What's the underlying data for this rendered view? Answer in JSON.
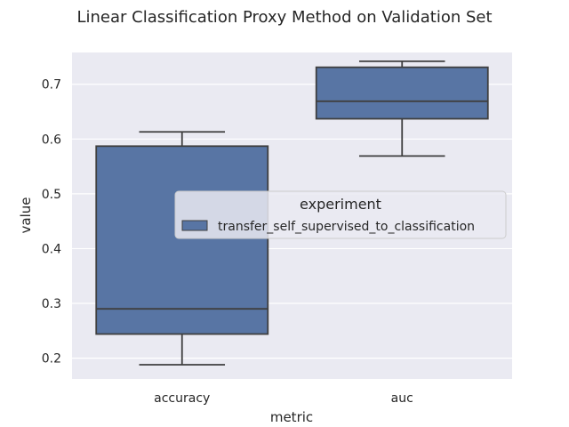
{
  "chart_data": {
    "type": "box",
    "title": "Linear Classification Proxy Method on Validation Set",
    "xlabel": "metric",
    "ylabel": "value",
    "categories": [
      "accuracy",
      "auc"
    ],
    "ylim": [
      0.162,
      0.758
    ],
    "yticks": [
      0.2,
      0.3,
      0.4,
      0.5,
      0.6,
      0.7
    ],
    "grid": true,
    "legend": {
      "title": "experiment",
      "placement": "center-right",
      "entries": [
        "transfer_self_supervised_to_classification"
      ]
    },
    "series": [
      {
        "name": "transfer_self_supervised_to_classification",
        "color": "#5875a4",
        "boxes": [
          {
            "category": "accuracy",
            "whisker_low": 0.188,
            "q1": 0.244,
            "median": 0.29,
            "q3": 0.587,
            "whisker_high": 0.613
          },
          {
            "category": "auc",
            "whisker_low": 0.569,
            "q1": 0.637,
            "median": 0.669,
            "q3": 0.731,
            "whisker_high": 0.742
          }
        ]
      }
    ]
  }
}
